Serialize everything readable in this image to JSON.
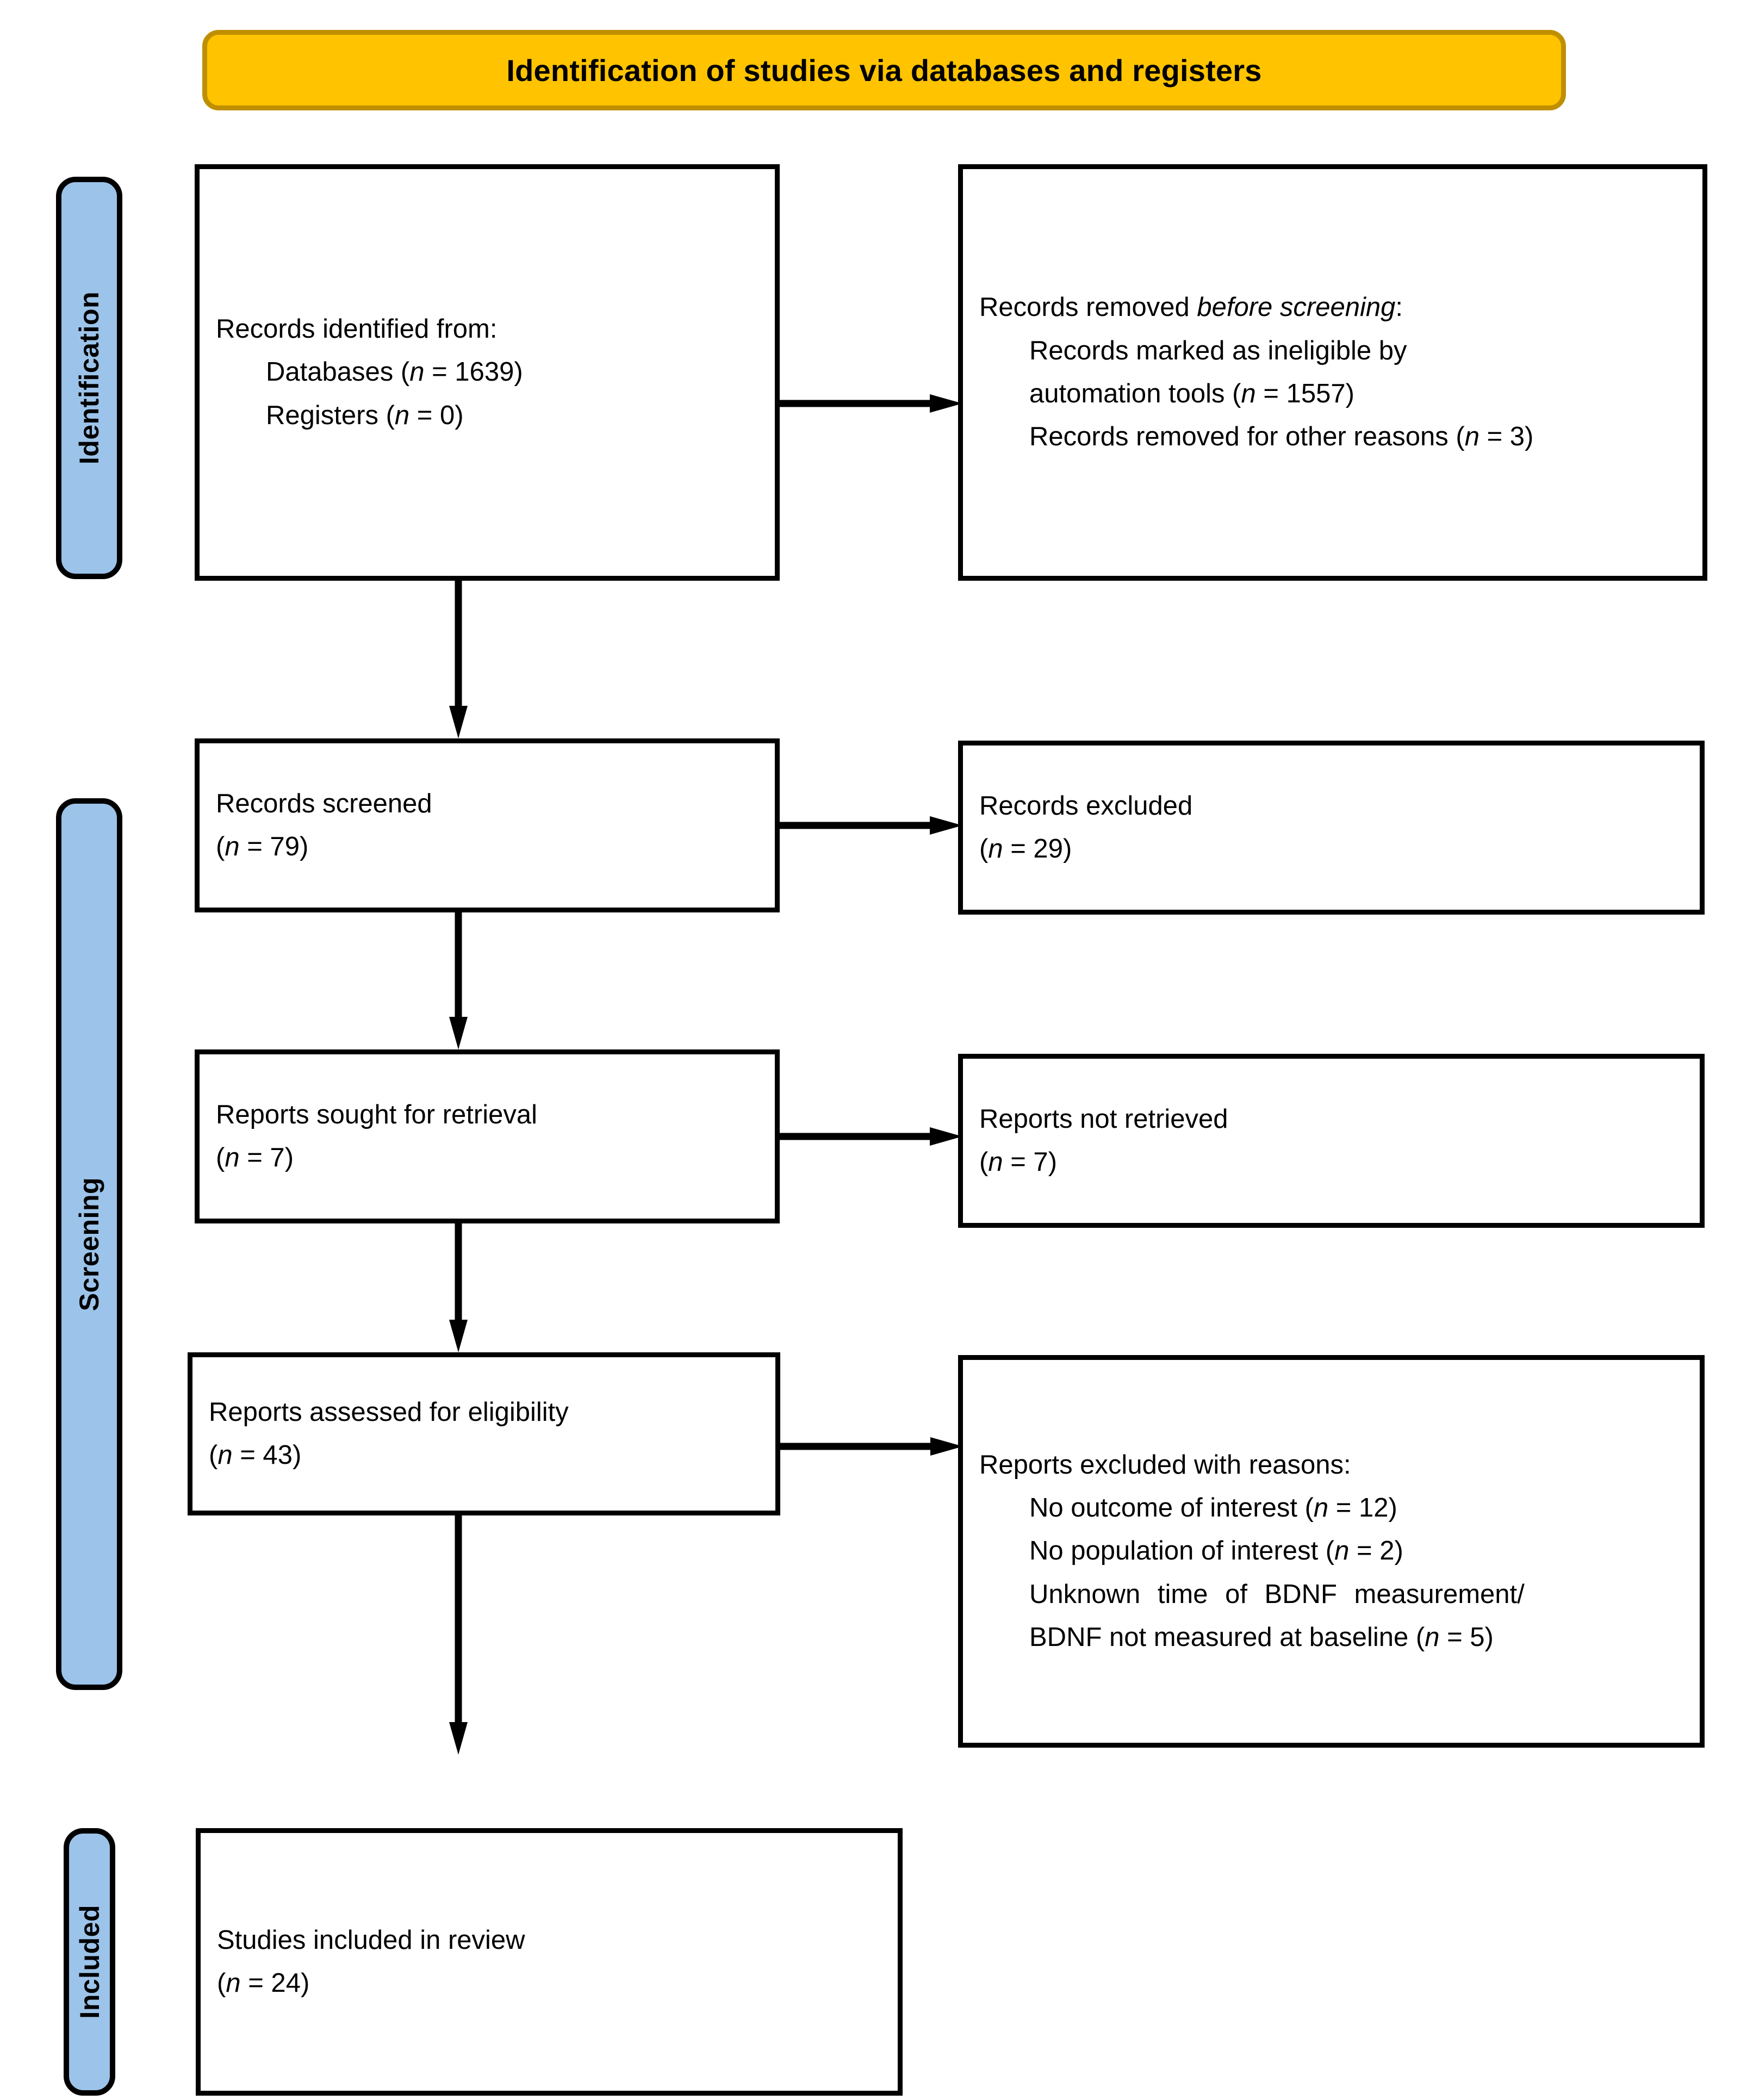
{
  "banner": {
    "title": "Identification of studies via databases and registers",
    "fill": "#FFC300",
    "border": "#BF8F00"
  },
  "phases": {
    "accent": "#9CC3E9",
    "identification": "Identification",
    "screening": "Screening",
    "included": "Included"
  },
  "boxes": {
    "identified": {
      "l1": "Records identified from:",
      "l2_label": "Databases (",
      "l2_n": "n",
      "l2_val": " = 1639)",
      "l3_label": "Registers (",
      "l3_n": "n",
      "l3_val": " = 0)"
    },
    "removed": {
      "l1_a": "Records removed ",
      "l1_em": "before screening",
      "l1_b": ":",
      "l2": "Records marked as ineligible by",
      "l3_a": "automation tools (",
      "l3_n": "n",
      "l3_b": " = 1557)",
      "l4_a": "Records removed for other reasons (",
      "l4_n": "n",
      "l4_b": " = 3)"
    },
    "screened": {
      "l1": "Records screened",
      "l2_a": "(",
      "l2_n": "n",
      "l2_b": " = 79)"
    },
    "excluded": {
      "l1": "Records excluded",
      "l2_a": "(",
      "l2_n": "n",
      "l2_b": " = 29)"
    },
    "sought": {
      "l1": "Reports sought for retrieval",
      "l2_a": "(",
      "l2_n": "n",
      "l2_b": " = 7)"
    },
    "not_retrieved": {
      "l1": "Reports not retrieved",
      "l2_a": "(",
      "l2_n": "n",
      "l2_b": " = 7)"
    },
    "assessed": {
      "l1": "Reports assessed for eligibility",
      "l2_a": "(",
      "l2_n": "n",
      "l2_b": " = 43)"
    },
    "excluded_reasons": {
      "l1": "Reports excluded with reasons:",
      "l2_a": "No outcome of interest (",
      "l2_n": "n",
      "l2_b": " = 12)",
      "l3_a": "No population of interest (",
      "l3_n": "n",
      "l3_b": " = 2)",
      "l4": "Unknown time of BDNF measurement/",
      "l5_a": "BDNF not measured at baseline (",
      "l5_n": "n",
      "l5_b": " = 5)"
    },
    "included": {
      "l1": "Studies included in review",
      "l2_a": "(",
      "l2_n": "n",
      "l2_b": " = 24)"
    }
  },
  "counts": {
    "databases": 1639,
    "registers": 0,
    "ineligible_automation": 1557,
    "removed_other": 3,
    "records_screened": 79,
    "records_excluded": 29,
    "reports_sought": 7,
    "reports_not_retrieved": 7,
    "reports_assessed": 43,
    "no_outcome": 12,
    "no_population": 2,
    "bdnf_unknown_or_not_baseline": 5,
    "studies_included": 24
  }
}
